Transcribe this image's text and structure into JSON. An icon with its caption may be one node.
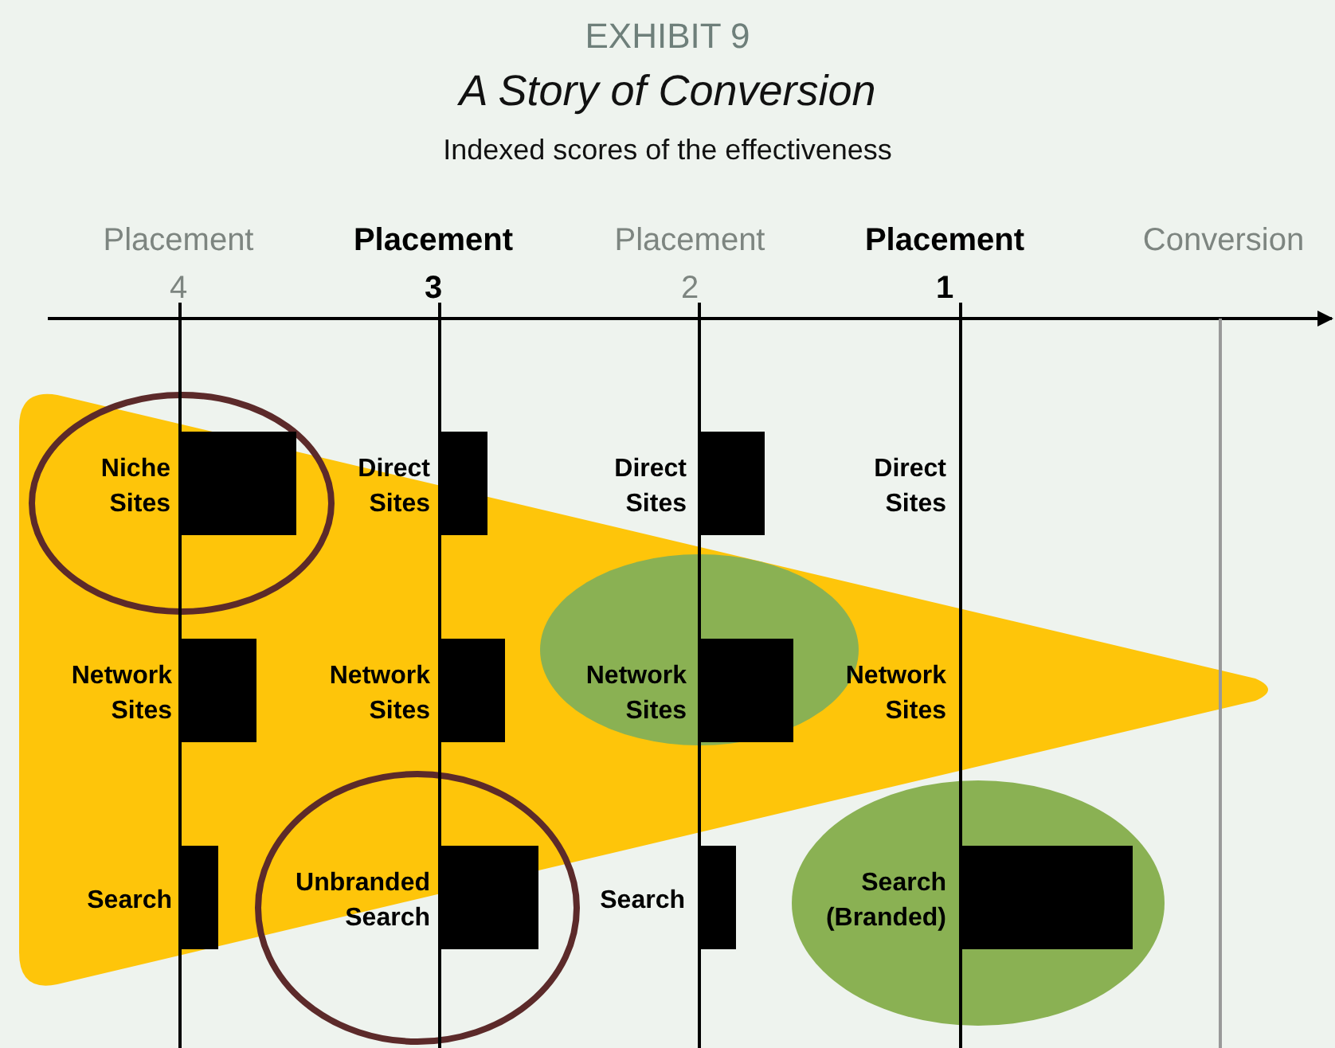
{
  "diagram": {
    "title": "A Story of Conversion",
    "nodes": [
      {
        "text": [
          "Niche Sites"
        ]
      },
      {
        "text": [
          "Network Sites"
        ]
      },
      {
        "text": [
          "Unbranded Search"
        ]
      },
      {
        "text": [
          "Search (Branded)"
        ]
      }
    ],
    "edges": [],
    "labels": [
      "EXHIBIT 9",
      "Indexed scores of the effectiveness",
      "Placement 4",
      "Placement 3",
      "Placement 2",
      "Placement 1",
      "Conversion",
      "Direct Sites",
      "Direct Sites",
      "Direct Sites",
      "Network Sites",
      "Network Sites",
      "Network Sites",
      "Search",
      "Search"
    ]
  }
}
